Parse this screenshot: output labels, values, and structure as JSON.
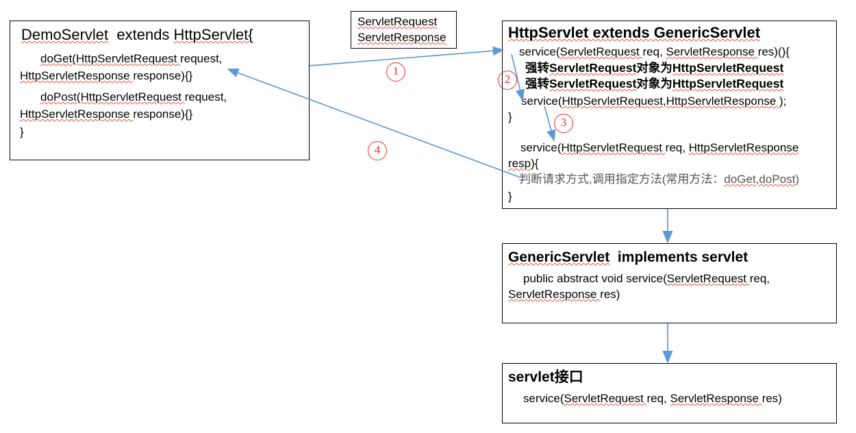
{
  "diagram": {
    "title": "Servlet inheritance and service() call flow",
    "colors": {
      "arrow": "#5b9bd5",
      "marker_red": "#e8302a",
      "spellcheck_underline": "#e8533a",
      "box_border": "#000000",
      "gray_text": "#545454",
      "background": "#ffffff"
    }
  },
  "boxes": {
    "demo_servlet": {
      "name": "DemoServlet",
      "lines": [
        "DemoServlet  extends HttpServlet{",
        "doGet(HttpServletRequest request,",
        "HttpServletResponse response){}",
        "doPost(HttpServletRequest request,",
        "HttpServletResponse response){}",
        "}"
      ]
    },
    "servlet_params": {
      "lines": [
        "ServletRequest",
        "ServletResponse"
      ]
    },
    "http_servlet": {
      "title": "HttpServlet extends GenericServlet",
      "lines": [
        "service(ServletRequest req, ServletResponse res)(){",
        "强转ServletRequest对象为HttpServletRequest",
        "强转ServletRequest对象为HttpServletRequest",
        "service(HttpServletRequest,HttpServletResponse );",
        "}",
        "service(HttpServletRequest req, HttpServletResponse",
        "resp){",
        "判断请求方式,调用指定方法(常用方法：doGet,doPost)",
        "}"
      ]
    },
    "generic_servlet": {
      "title": "GenericServlet  implements  servlet",
      "lines": [
        "public abstract void service(ServletRequest req,",
        "ServletResponse res)"
      ]
    },
    "servlet_interface": {
      "title": "servlet接口",
      "lines": [
        "service(ServletRequest req, ServletResponse res)"
      ]
    }
  },
  "markers": [
    {
      "id": "marker-1",
      "label": "①",
      "glyph": "1"
    },
    {
      "id": "marker-2",
      "label": "②",
      "glyph": "2"
    },
    {
      "id": "marker-3",
      "label": "③",
      "glyph": "3"
    },
    {
      "id": "marker-4",
      "label": "④",
      "glyph": "4"
    }
  ],
  "arrows": [
    {
      "name": "demoservlet-to-httpservlet",
      "marker": "1"
    },
    {
      "name": "service-cast-downward",
      "marker": "2"
    },
    {
      "name": "service-to-overload",
      "marker": "3"
    },
    {
      "name": "httpservlet-back-to-demoservlet",
      "marker": "4"
    },
    {
      "name": "httpservlet-to-genericservlet",
      "marker": ""
    },
    {
      "name": "genericservlet-to-servlet-interface",
      "marker": ""
    }
  ]
}
